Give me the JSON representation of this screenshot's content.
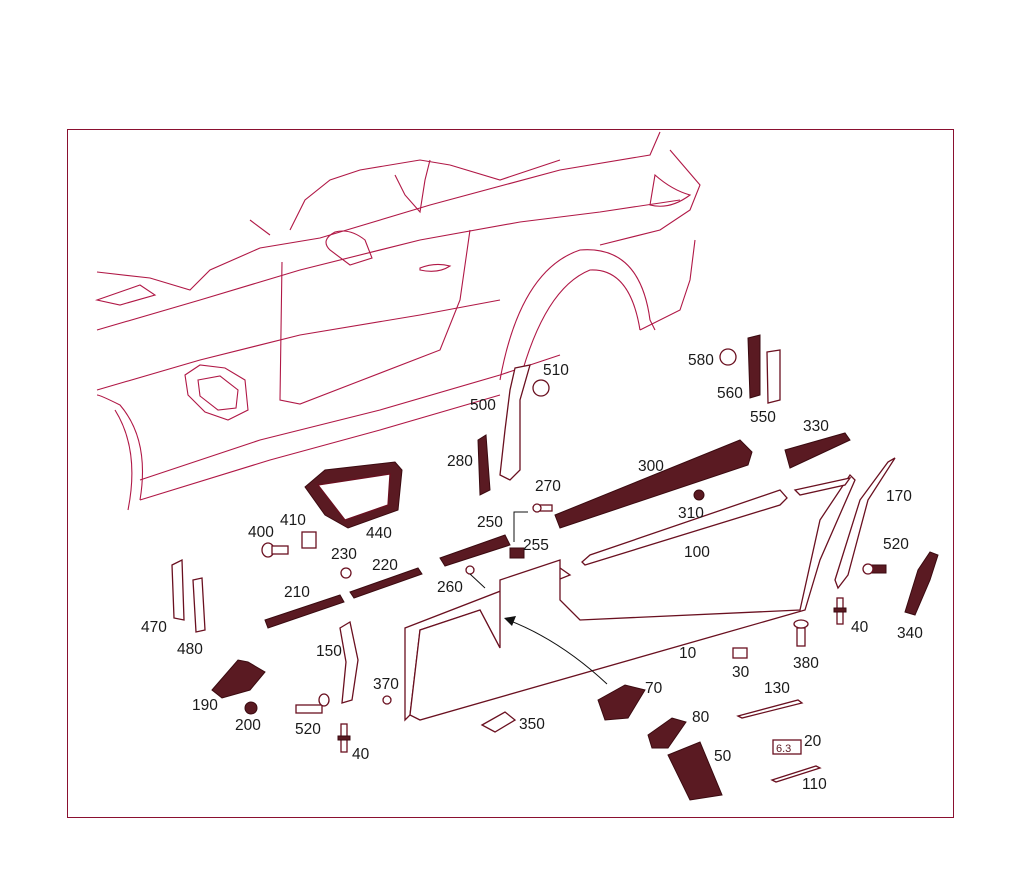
{
  "colors": {
    "frame": "#8a1030",
    "car_outline": "#b01846",
    "part_outline": "#6a1020",
    "label": "#1a1a1a"
  },
  "callouts": [
    {
      "id": "c10",
      "text": "10"
    },
    {
      "id": "c20",
      "text": "20"
    },
    {
      "id": "c30",
      "text": "30"
    },
    {
      "id": "c40a",
      "text": "40"
    },
    {
      "id": "c40b",
      "text": "40"
    },
    {
      "id": "c50",
      "text": "50"
    },
    {
      "id": "c70",
      "text": "70"
    },
    {
      "id": "c80",
      "text": "80"
    },
    {
      "id": "c100",
      "text": "100"
    },
    {
      "id": "c110",
      "text": "110"
    },
    {
      "id": "c130",
      "text": "130"
    },
    {
      "id": "c150",
      "text": "150"
    },
    {
      "id": "c170",
      "text": "170"
    },
    {
      "id": "c190",
      "text": "190"
    },
    {
      "id": "c200",
      "text": "200"
    },
    {
      "id": "c210",
      "text": "210"
    },
    {
      "id": "c220",
      "text": "220"
    },
    {
      "id": "c230",
      "text": "230"
    },
    {
      "id": "c250",
      "text": "250"
    },
    {
      "id": "c255",
      "text": "255"
    },
    {
      "id": "c260",
      "text": "260"
    },
    {
      "id": "c270",
      "text": "270"
    },
    {
      "id": "c280",
      "text": "280"
    },
    {
      "id": "c300",
      "text": "300"
    },
    {
      "id": "c310",
      "text": "310"
    },
    {
      "id": "c330",
      "text": "330"
    },
    {
      "id": "c340",
      "text": "340"
    },
    {
      "id": "c350",
      "text": "350"
    },
    {
      "id": "c370",
      "text": "370"
    },
    {
      "id": "c380",
      "text": "380"
    },
    {
      "id": "c400",
      "text": "400"
    },
    {
      "id": "c410",
      "text": "410"
    },
    {
      "id": "c440",
      "text": "440"
    },
    {
      "id": "c470",
      "text": "470"
    },
    {
      "id": "c480",
      "text": "480"
    },
    {
      "id": "c500",
      "text": "500"
    },
    {
      "id": "c510",
      "text": "510"
    },
    {
      "id": "c520a",
      "text": "520"
    },
    {
      "id": "c520b",
      "text": "520"
    },
    {
      "id": "c550",
      "text": "550"
    },
    {
      "id": "c560",
      "text": "560"
    },
    {
      "id": "c580",
      "text": "580"
    }
  ],
  "badge_text": "6.3"
}
